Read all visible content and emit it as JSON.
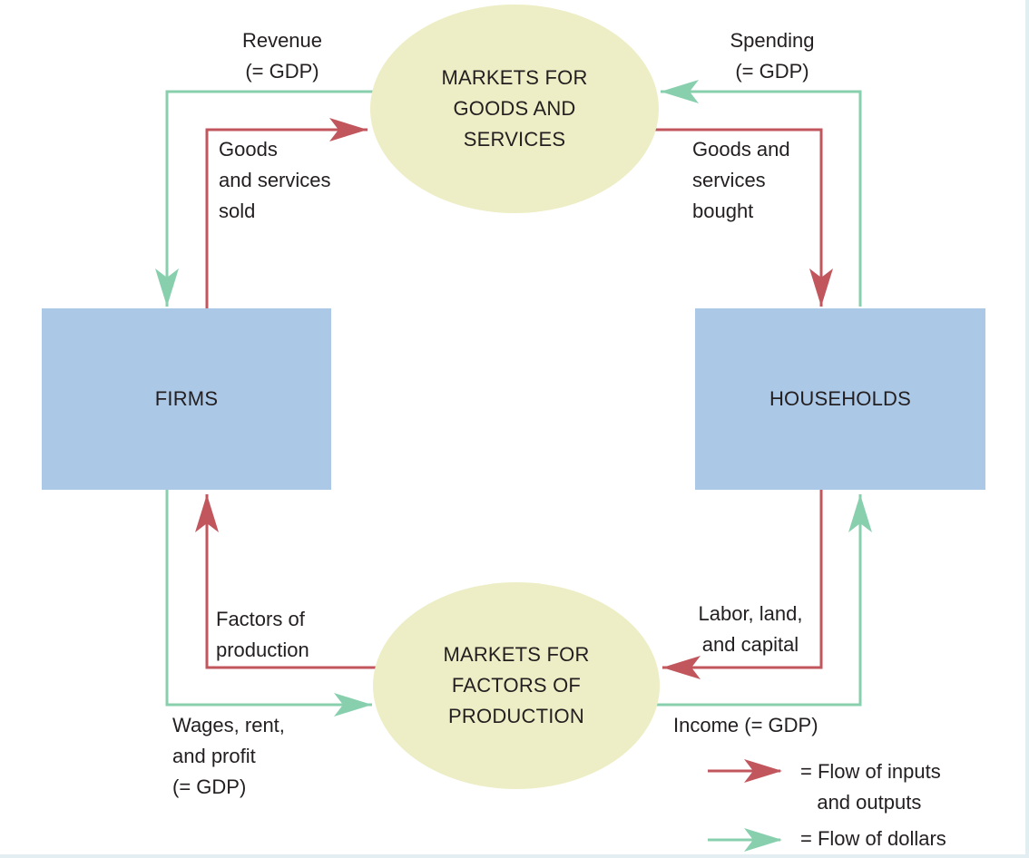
{
  "nodes": {
    "firms": "FIRMS",
    "households": "HOUSEHOLDS",
    "goods_market": "MARKETS FOR\nGOODS AND\nSERVICES",
    "factor_market": "MARKETS FOR\nFACTORS OF\nPRODUCTION"
  },
  "labels": {
    "revenue": "Revenue\n(= GDP)",
    "spending": "Spending\n(= GDP)",
    "goods_sold": "Goods\nand services\nsold",
    "goods_bought": "Goods and\nservices\nbought",
    "factors": "Factors of\nproduction",
    "labor": "Labor, land,\nand capital",
    "wages": "Wages, rent,\nand profit\n(= GDP)",
    "income": "Income (= GDP)"
  },
  "legend": {
    "inputs_outputs": "= Flow of inputs\n   and outputs",
    "dollars": "= Flow of dollars"
  },
  "colors": {
    "inputs_outputs": "#c1565d",
    "dollars": "#88cfae",
    "box_fill": "#abc8e7",
    "ellipse_fill": "#edeec6"
  }
}
